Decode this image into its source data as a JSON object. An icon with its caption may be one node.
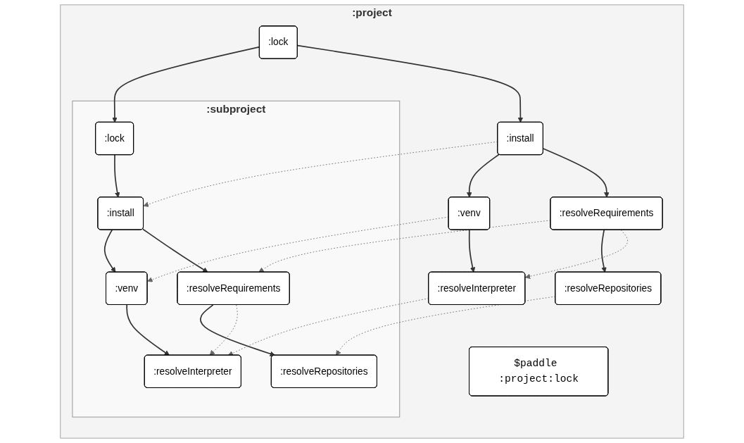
{
  "diagram": {
    "nodes": [
      {
        "text": [
          ":project"
        ]
      },
      {
        "text": [
          ":subproject"
        ],
        "in": 0
      },
      {
        "text": [
          ":lock"
        ],
        "in": 1
      },
      {
        "text": [
          ":install"
        ],
        "in": 1
      },
      {
        "text": [
          ":venv"
        ],
        "in": 1
      },
      {
        "text": [
          ":resolveRequirements"
        ],
        "in": 1
      },
      {
        "text": [
          ":resolveInterpreter"
        ],
        "in": 1
      },
      {
        "text": [
          ":resolveRepositories"
        ],
        "in": 1
      },
      {
        "text": [
          "$paddle :project:lock"
        ],
        "in": 0
      },
      {
        "text": [
          ":lock"
        ],
        "in": 0
      },
      {
        "text": [
          ":install"
        ],
        "in": 0
      },
      {
        "text": [
          ":venv"
        ],
        "in": 0
      },
      {
        "text": [
          ":resolveRequirements"
        ],
        "in": 0
      },
      {
        "text": [
          ":resolveInterpreter"
        ],
        "in": 0
      },
      {
        "text": [
          ":resolveRepositories"
        ],
        "in": 0
      }
    ],
    "edges": [
      {
        "from": 9,
        "to": 2,
        "arrow": "to"
      },
      {
        "from": 2,
        "to": 3,
        "arrow": "to"
      },
      {
        "from": 3,
        "to": 4,
        "arrow": "to"
      },
      {
        "from": 3,
        "to": 5,
        "arrow": "to"
      },
      {
        "from": 4,
        "to": 6,
        "arrow": "to"
      },
      {
        "from": 5,
        "to": 7,
        "arrow": "to"
      },
      {
        "from": 9,
        "to": 10,
        "arrow": "to"
      },
      {
        "from": 10,
        "to": 11,
        "arrow": "to"
      },
      {
        "from": 10,
        "to": 12,
        "arrow": "to"
      },
      {
        "from": 11,
        "to": 13,
        "arrow": "to"
      },
      {
        "from": 12,
        "to": 14,
        "arrow": "to"
      },
      {
        "from": 10,
        "to": 3,
        "arrow": "to",
        "style": "dashed",
        "color": "#666666"
      },
      {
        "from": 11,
        "to": 4,
        "arrow": "to",
        "style": "dashed",
        "color": "#666666"
      },
      {
        "from": 12,
        "to": 5,
        "arrow": "to",
        "style": "dashed",
        "color": "#666666"
      },
      {
        "from": 13,
        "to": 6,
        "arrow": "to",
        "style": "dashed",
        "color": "#666666"
      },
      {
        "from": 14,
        "to": 7,
        "arrow": "to",
        "style": "dashed",
        "color": "#666666"
      },
      {
        "from": 5,
        "to": 6,
        "arrow": "to",
        "style": "dashed",
        "color": "#666666"
      },
      {
        "from": 12,
        "to": 13,
        "arrow": "to",
        "style": "dashed",
        "color": "#666666"
      }
    ]
  }
}
